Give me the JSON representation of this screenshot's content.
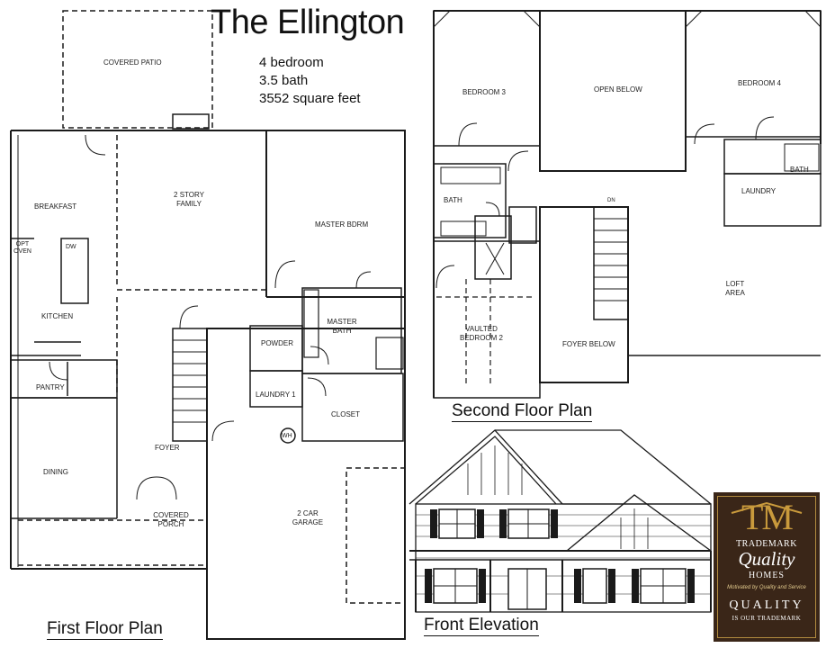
{
  "title": "The Ellington",
  "specs": {
    "bedrooms": "4 bedroom",
    "baths": "3.5 bath",
    "area": "3552 square feet"
  },
  "captions": {
    "first_floor": "First Floor Plan",
    "second_floor": "Second Floor Plan",
    "elevation": "Front Elevation"
  },
  "first_floor_rooms": {
    "covered_patio": "COVERED PATIO",
    "breakfast": "BREAKFAST",
    "family": "2 STORY FAMILY",
    "master_bdrm": "MASTER BDRM",
    "opt_oven": "OPT OVEN",
    "dw": "DW",
    "kitchen": "KITCHEN",
    "master_bath": "MASTER BATH",
    "powder": "POWDER",
    "pantry": "PANTRY",
    "laundry1": "LAUNDRY 1",
    "closet": "CLOSET",
    "wh": "WH",
    "foyer": "FOYER",
    "dining": "DINING",
    "covered_porch": "COVERED PORCH",
    "garage": "2 CAR GARAGE"
  },
  "second_floor_rooms": {
    "bedroom3": "BEDROOM 3",
    "open_below": "OPEN BELOW",
    "bedroom4": "BEDROOM 4",
    "bath_left": "BATH",
    "bath_right": "BATH",
    "laundry": "LAUNDRY",
    "dn": "DN",
    "loft": "LOFT AREA",
    "vaulted_bedroom2": "VAULTED BEDROOM 2",
    "foyer_below": "FOYER BELOW"
  },
  "logo": {
    "mark": "TM",
    "line1": "TRADEMARK",
    "line2": "Quality",
    "line3": "HOMES",
    "motto": "Motivated by Quality and Service",
    "line4": "QUALITY",
    "line5": "IS OUR TRADEMARK"
  },
  "colors": {
    "ink": "#1a1a1a",
    "logo_bg": "#3a2618",
    "logo_gold": "#c99a3c"
  }
}
